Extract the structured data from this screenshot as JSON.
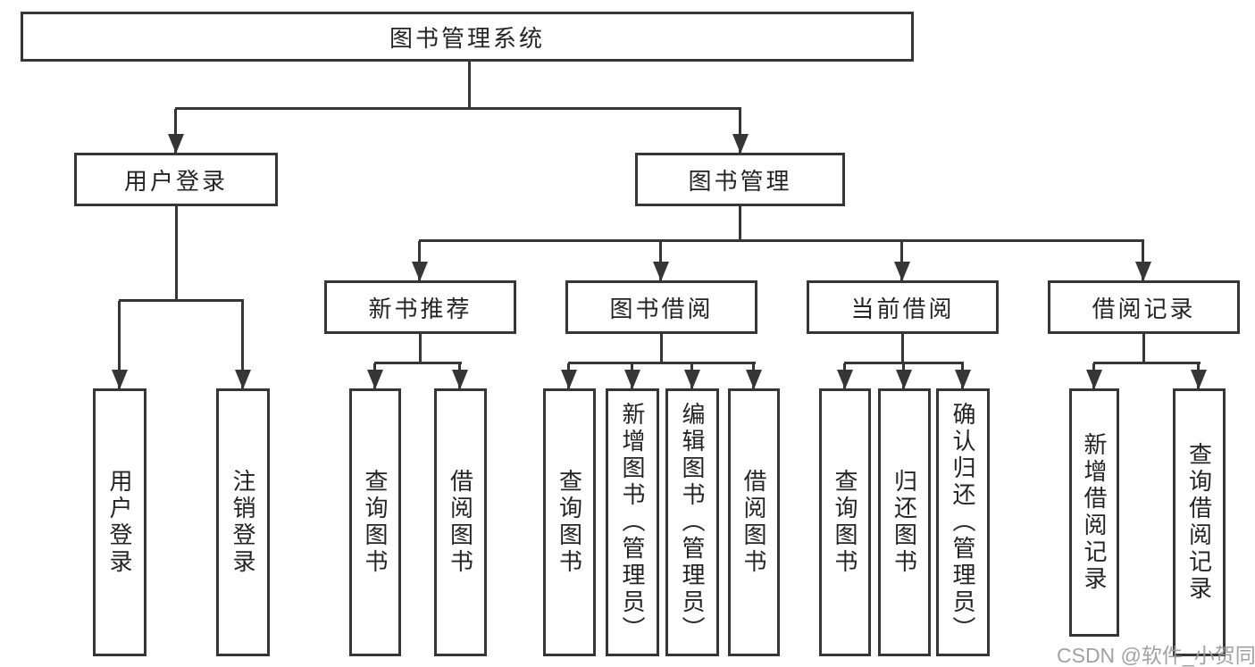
{
  "tree": {
    "label": "图书管理系统",
    "children": [
      {
        "label": "用户登录",
        "children": [
          {
            "label": "用户登录"
          },
          {
            "label": "注销登录"
          }
        ]
      },
      {
        "label": "图书管理",
        "children": [
          {
            "label": "新书推荐",
            "children": [
              {
                "label": "查询图书"
              },
              {
                "label": "借阅图书"
              }
            ]
          },
          {
            "label": "图书借阅",
            "children": [
              {
                "label": "查询图书"
              },
              {
                "label": "新增图书（管理员）"
              },
              {
                "label": "编辑图书（管理员）"
              },
              {
                "label": "借阅图书"
              }
            ]
          },
          {
            "label": "当前借阅",
            "children": [
              {
                "label": "查询图书"
              },
              {
                "label": "归还图书"
              },
              {
                "label": "确认归还（管理员）"
              }
            ]
          },
          {
            "label": "借阅记录",
            "children": [
              {
                "label": "新增借阅记录"
              },
              {
                "label": "查询借阅记录"
              }
            ]
          }
        ]
      }
    ]
  },
  "watermark": {
    "text": "CSDN @软件_小贺同学"
  },
  "colors": {
    "line": "#363636",
    "box_border": "#363636",
    "text": "#242424",
    "background": "#ffffff",
    "watermark": "#9a9a9a"
  }
}
